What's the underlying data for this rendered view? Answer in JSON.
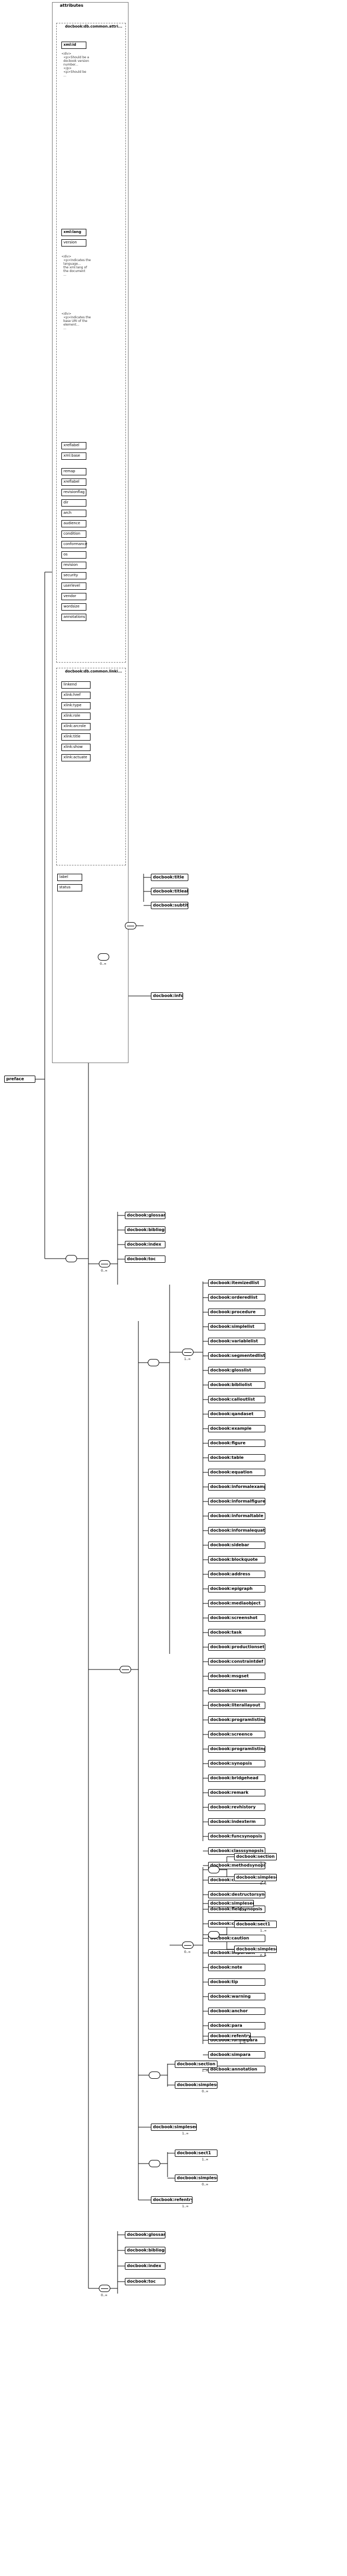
{
  "root": {
    "label": "preface"
  },
  "attrs_panel": {
    "title": "attributes",
    "common_group": "docbook:db.common.attri...",
    "common_attrs": [
      {
        "label": "xml:id"
      },
      {
        "label": "xml:lang"
      },
      {
        "label": "version"
      },
      {
        "label": "xreflabel"
      },
      {
        "label": "xml:base"
      },
      {
        "label": "remap"
      },
      {
        "label": "xreflabel"
      },
      {
        "label": "revisionflag"
      },
      {
        "label": "dir"
      },
      {
        "label": "arch"
      },
      {
        "label": "audience"
      },
      {
        "label": "condition"
      },
      {
        "label": "conformance"
      },
      {
        "label": "os"
      },
      {
        "label": "revision"
      },
      {
        "label": "security"
      },
      {
        "label": "userlevel"
      },
      {
        "label": "vendor"
      },
      {
        "label": "wordsize"
      },
      {
        "label": "annotations"
      }
    ],
    "linking_group": "docbook:db.common.linki...",
    "linking_attrs": [
      {
        "label": "linkend"
      },
      {
        "label": "xlink:href"
      },
      {
        "label": "xlink:type"
      },
      {
        "label": "xlink:role"
      },
      {
        "label": "xlink:arcrole"
      },
      {
        "label": "xlink:title"
      },
      {
        "label": "xlink:show"
      },
      {
        "label": "xlink:actuate"
      }
    ],
    "extra_attrs": [
      {
        "label": "label"
      },
      {
        "label": "status"
      }
    ],
    "notes": [
      "<div>\n  <p>Should be a\n  docbook version\n  number...\n  </p>\n  <p>Should be\n  ...",
      "<div>\n  <p>Indicates the\n  language...\n  the xml:lang of\n  the document\n  ...",
      "<div>\n  <p>Indicates the\n  base URI of the\n  element...\n  ..."
    ]
  },
  "info_group": {
    "elements": [
      {
        "label": "docbook:title"
      },
      {
        "label": "docbook:titleabbrev"
      },
      {
        "label": "docbook:subtitle"
      }
    ],
    "info": "docbook:info",
    "card": "0..∞"
  },
  "nav_before": [
    {
      "label": "docbook:glossary"
    },
    {
      "label": "docbook:bibliography"
    },
    {
      "label": "docbook:index"
    },
    {
      "label": "docbook:toc"
    }
  ],
  "block_elements": [
    {
      "label": "docbook:itemizedlist"
    },
    {
      "label": "docbook:orderedlist"
    },
    {
      "label": "docbook:procedure"
    },
    {
      "label": "docbook:simplelist"
    },
    {
      "label": "docbook:variablelist"
    },
    {
      "label": "docbook:segmentedlist"
    },
    {
      "label": "docbook:glosslist"
    },
    {
      "label": "docbook:bibliolist"
    },
    {
      "label": "docbook:calloutlist"
    },
    {
      "label": "docbook:qandaset"
    },
    {
      "label": "docbook:example"
    },
    {
      "label": "docbook:figure"
    },
    {
      "label": "docbook:table"
    },
    {
      "label": "docbook:equation"
    },
    {
      "label": "docbook:informalexample"
    },
    {
      "label": "docbook:informalfigure"
    },
    {
      "label": "docbook:informaltable"
    },
    {
      "label": "docbook:informalequation"
    },
    {
      "label": "docbook:sidebar"
    },
    {
      "label": "docbook:blockquote"
    },
    {
      "label": "docbook:address"
    },
    {
      "label": "docbook:epigraph"
    },
    {
      "label": "docbook:mediaobject"
    },
    {
      "label": "docbook:screenshot"
    },
    {
      "label": "docbook:task"
    },
    {
      "label": "docbook:productionset"
    },
    {
      "label": "docbook:constraintdef"
    },
    {
      "label": "docbook:msgset"
    },
    {
      "label": "docbook:screen"
    },
    {
      "label": "docbook:literallayout"
    },
    {
      "label": "docbook:programlistingco"
    },
    {
      "label": "docbook:screenco"
    },
    {
      "label": "docbook:programlisting"
    },
    {
      "label": "docbook:synopsis"
    },
    {
      "label": "docbook:bridgehead"
    },
    {
      "label": "docbook:remark"
    },
    {
      "label": "docbook:revhistory"
    },
    {
      "label": "docbook:indexterm"
    },
    {
      "label": "docbook:funcsynopsis"
    },
    {
      "label": "docbook:classsynopsis"
    },
    {
      "label": "docbook:methodsynopsis"
    },
    {
      "label": "docbook:constructorsynopsis"
    },
    {
      "label": "docbook:destructorsynopsis"
    },
    {
      "label": "docbook:fieldsynopsis"
    },
    {
      "label": "docbook:cmdsynopsis"
    },
    {
      "label": "docbook:caution"
    },
    {
      "label": "docbook:important"
    },
    {
      "label": "docbook:note"
    },
    {
      "label": "docbook:tip"
    },
    {
      "label": "docbook:warning"
    },
    {
      "label": "docbook:anchor"
    },
    {
      "label": "docbook:para"
    },
    {
      "label": "docbook:formalpara"
    },
    {
      "label": "docbook:simpara"
    },
    {
      "label": "docbook:annotation"
    }
  ],
  "section_choice": {
    "seq1": [
      {
        "label": "docbook:section",
        "card": "1..∞"
      },
      {
        "label": "docbook:simplesect",
        "card": "0..∞"
      }
    ],
    "single": {
      "label": "docbook:simplesect",
      "card": "1..∞"
    },
    "seq2": [
      {
        "label": "docbook:sect1",
        "card": "1..∞"
      },
      {
        "label": "docbook:simplesect",
        "card": "0..∞"
      }
    ],
    "refentry": {
      "label": "docbook:refentry",
      "card": "1..∞"
    }
  },
  "outer_choice": {
    "seq1": [
      {
        "label": "docbook:section",
        "card": "1..∞"
      },
      {
        "label": "docbook:simplesect",
        "card": "0..∞"
      }
    ],
    "simplesect": {
      "label": "docbook:simplesect",
      "card": "1..∞"
    },
    "seq2": [
      {
        "label": "docbook:sect1",
        "card": "1..∞"
      },
      {
        "label": "docbook:simplesect",
        "card": "0..∞"
      }
    ],
    "refentry": {
      "label": "docbook:refentry",
      "card": "1..∞"
    }
  },
  "nav_after": [
    {
      "label": "docbook:glossary"
    },
    {
      "label": "docbook:bibliography"
    },
    {
      "label": "docbook:index"
    },
    {
      "label": "docbook:toc"
    }
  ],
  "cards": {
    "many": "0..∞",
    "one_many": "1..∞"
  }
}
